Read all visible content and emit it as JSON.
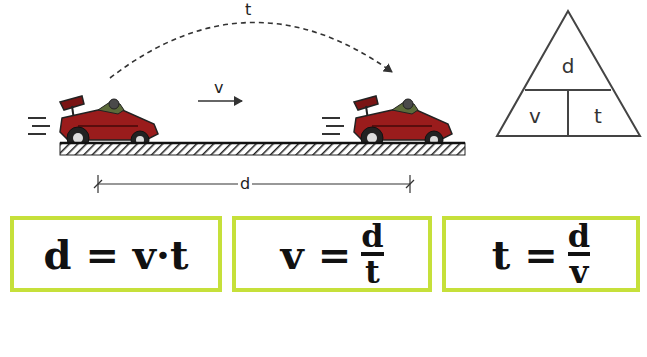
{
  "diagram": {
    "nodes": [
      {
        "text": [
          "d",
          "v",
          "t"
        ]
      },
      {
        "text": [
          "d = v·t"
        ]
      },
      {
        "text": [
          "v =",
          "d",
          "t"
        ]
      },
      {
        "text": [
          "t =",
          "d",
          "v"
        ]
      }
    ],
    "labels": [
      "t",
      "v",
      "d"
    ]
  }
}
